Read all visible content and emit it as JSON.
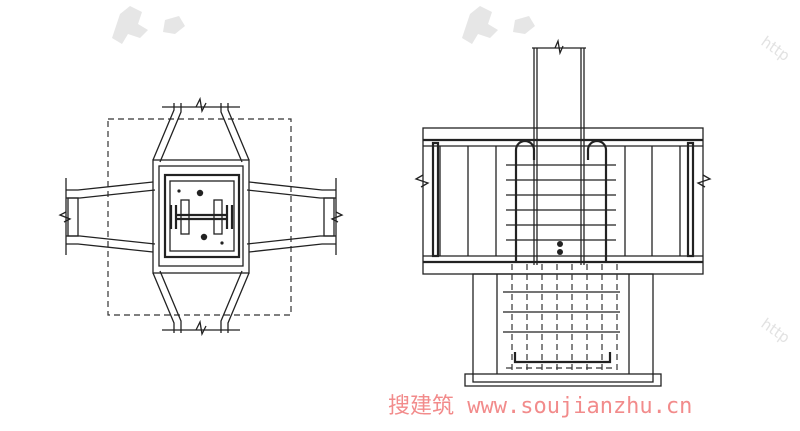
{
  "watermark": {
    "url_fragments": [
      "http",
      "http"
    ],
    "stamp_text": "搜建筑 www.soujianzhu.cn"
  },
  "icons": {
    "logo": "zhong-logo"
  }
}
